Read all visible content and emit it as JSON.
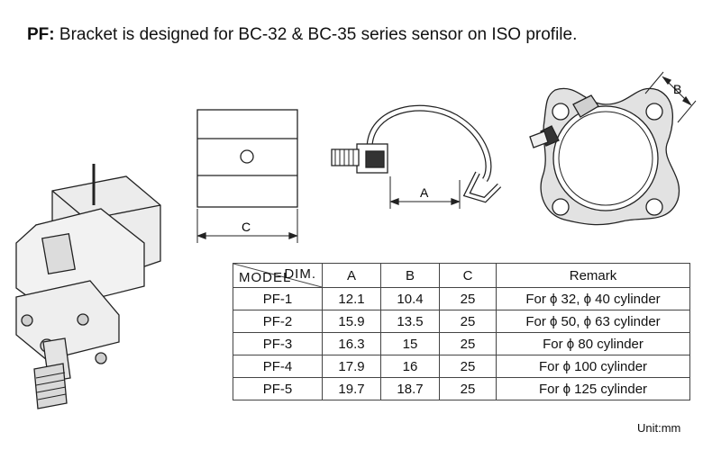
{
  "heading": {
    "prefix": "PF:",
    "text": "Bracket is designed for BC-32 & BC-35 series sensor on ISO profile."
  },
  "dimension_labels": {
    "a": "A",
    "b": "B",
    "c": "C"
  },
  "table": {
    "corner_top": "DIM.",
    "corner_bottom": "MODEL",
    "columns": [
      "A",
      "B",
      "C",
      "Remark"
    ],
    "rows": [
      {
        "model": "PF-1",
        "a": "12.1",
        "b": "10.4",
        "c": "25",
        "remark": "For ϕ 32, ϕ 40 cylinder"
      },
      {
        "model": "PF-2",
        "a": "15.9",
        "b": "13.5",
        "c": "25",
        "remark": "For ϕ 50, ϕ 63 cylinder"
      },
      {
        "model": "PF-3",
        "a": "16.3",
        "b": "15",
        "c": "25",
        "remark": "For ϕ 80 cylinder"
      },
      {
        "model": "PF-4",
        "a": "17.9",
        "b": "16",
        "c": "25",
        "remark": "For ϕ 100 cylinder"
      },
      {
        "model": "PF-5",
        "a": "19.7",
        "b": "18.7",
        "c": "25",
        "remark": "For ϕ 125 cylinder"
      }
    ]
  },
  "unit": "Unit:mm"
}
